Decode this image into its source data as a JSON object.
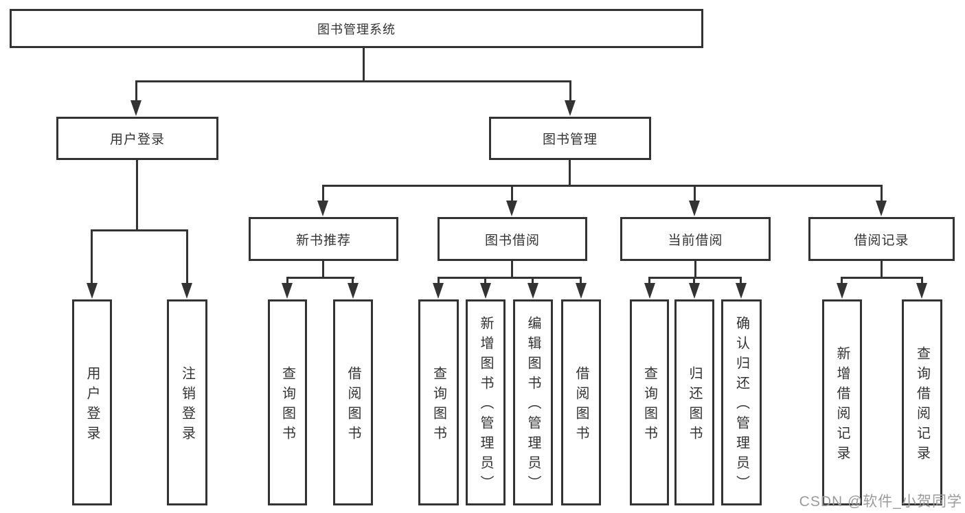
{
  "nodes": {
    "root": {
      "label": "图书管理系统"
    },
    "user_login": {
      "label": "用户登录"
    },
    "book_management": {
      "label": "图书管理"
    },
    "new_book_recommend": {
      "label": "新书推荐"
    },
    "book_borrow": {
      "label": "图书借阅"
    },
    "current_borrow": {
      "label": "当前借阅"
    },
    "borrow_records": {
      "label": "借阅记录"
    },
    "leaf_user_login": {
      "label": "用户登录"
    },
    "leaf_logout": {
      "label": "注销登录"
    },
    "leaf_query_book_recommend": {
      "label": "查询图书"
    },
    "leaf_borrow_book_recommend": {
      "label": "借阅图书"
    },
    "leaf_query_book_borrow": {
      "label": "查询图书"
    },
    "leaf_add_book": {
      "label": "新增图书（管理员）"
    },
    "leaf_edit_book": {
      "label": "编辑图书（管理员）"
    },
    "leaf_borrow_book_borrow": {
      "label": "借阅图书"
    },
    "leaf_query_book_current": {
      "label": "查询图书"
    },
    "leaf_return_book": {
      "label": "归还图书"
    },
    "leaf_confirm_return": {
      "label": "确认归还（管理员）"
    },
    "leaf_add_borrow_record": {
      "label": "新增借阅记录"
    },
    "leaf_query_borrow_record": {
      "label": "查询借阅记录"
    }
  },
  "watermark": {
    "text": "CSDN @软件_小贺同学"
  },
  "colors": {
    "line": "#333333",
    "box_border": "#333333",
    "box_background": "#ffffff",
    "text": "#333333",
    "watermark": "#9b9b9b"
  }
}
